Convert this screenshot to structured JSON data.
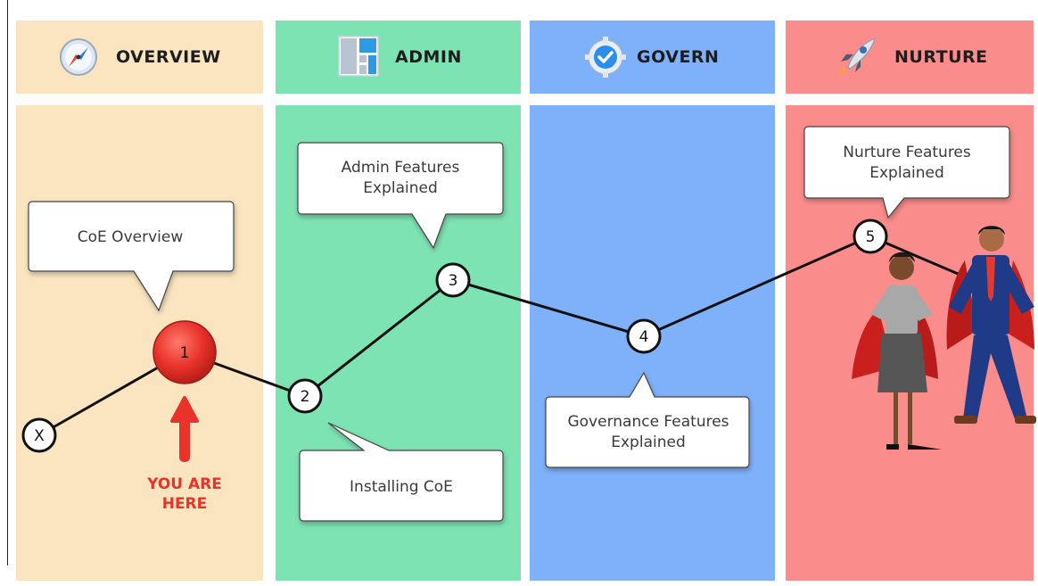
{
  "phases": [
    {
      "label": "OVERVIEW",
      "color": "#fbe5c1",
      "icon": "compass-icon"
    },
    {
      "label": "ADMIN",
      "color": "#7ee3b2",
      "icon": "layout-blocks-icon"
    },
    {
      "label": "GOVERN",
      "color": "#7fb1fa",
      "icon": "gear-check-icon"
    },
    {
      "label": "NURTURE",
      "color": "#fa8d8c",
      "icon": "rocket-icon"
    }
  ],
  "nodes": [
    {
      "label": "X"
    },
    {
      "label": "1"
    },
    {
      "label": "2"
    },
    {
      "label": "3"
    },
    {
      "label": "4"
    },
    {
      "label": "5"
    }
  ],
  "callouts": {
    "overview": [
      "CoE Overview"
    ],
    "install": [
      "Installing CoE"
    ],
    "admin": [
      "Admin Features",
      "Explained"
    ],
    "govern": [
      "Governance Features",
      "Explained"
    ],
    "nurture": [
      "Nurture Features",
      "Explained"
    ]
  },
  "you_are_here": [
    "YOU ARE",
    "HERE"
  ],
  "colors": {
    "current_node": "#e8322a",
    "arrow": "#e8322a"
  }
}
